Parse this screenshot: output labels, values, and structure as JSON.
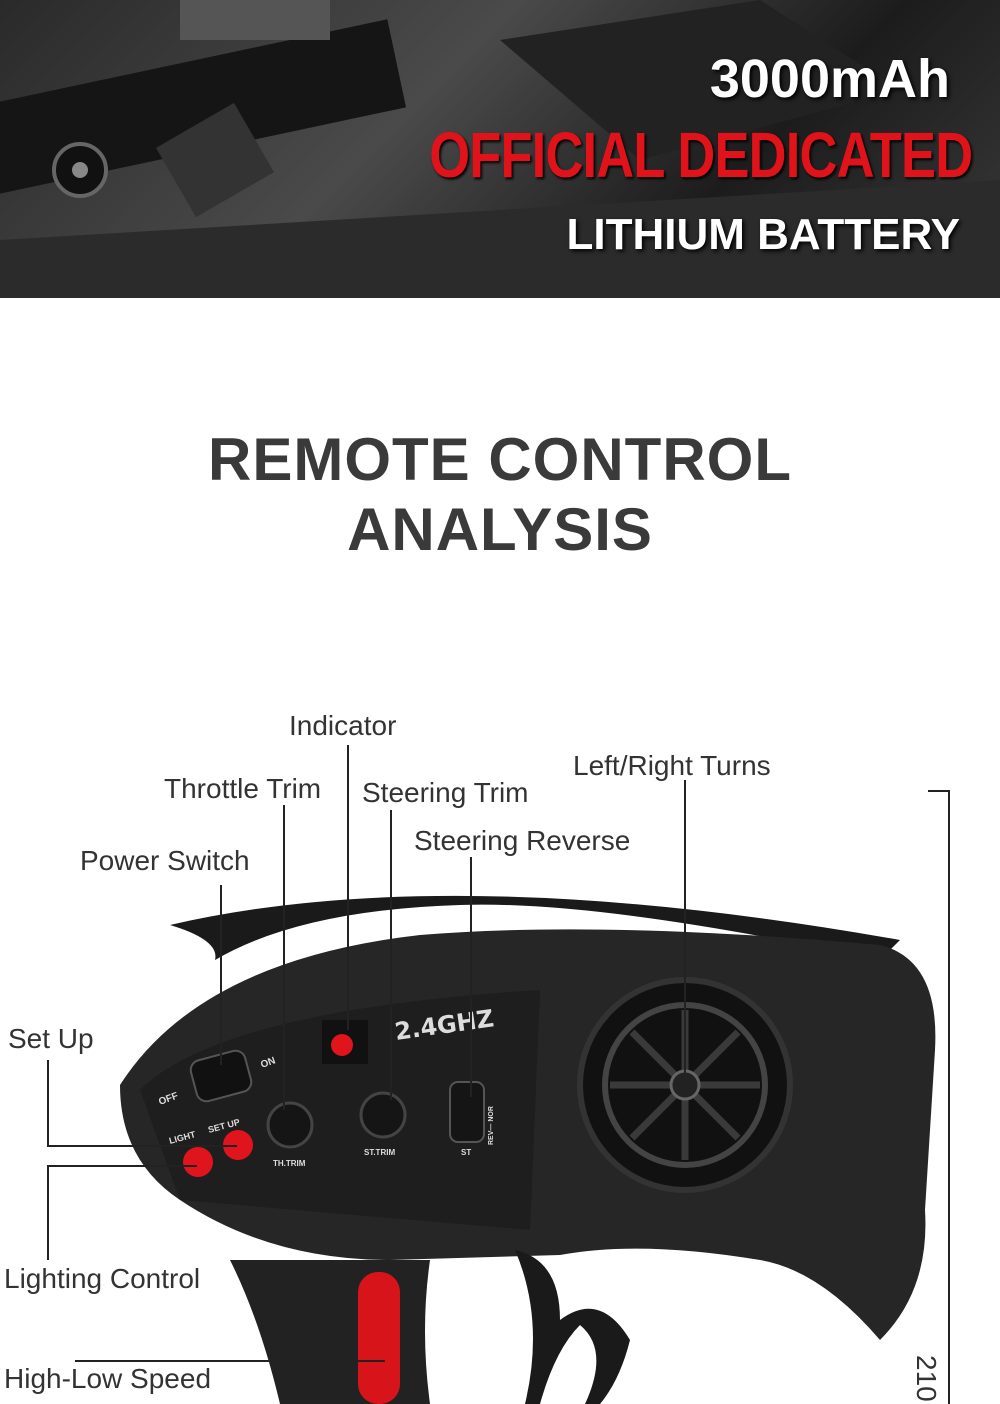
{
  "banner": {
    "capacity": "3000mAh",
    "headline": "OFFICIAL DEDICATED",
    "subline": "LITHIUM BATTERY"
  },
  "section": {
    "title_line1": "REMOTE CONTROL",
    "title_line2": "ANALYSIS"
  },
  "callouts": {
    "indicator": "Indicator",
    "throttle_trim": "Throttle Trim",
    "steering_trim": "Steering Trim",
    "left_right_turns": "Left/Right Turns",
    "steering_reverse": "Steering Reverse",
    "power_switch": "Power Switch",
    "set_up": "Set Up",
    "lighting_control": "Lighting Control",
    "high_low_speed": "High-Low Speed"
  },
  "remote": {
    "frequency": "2.4GHZ",
    "off": "OFF",
    "on": "ON",
    "light": "LIGHT",
    "setup": "SET UP",
    "th_trim": "TH.TRIM",
    "st_trim": "ST.TRIM",
    "st": "ST",
    "rev_nor": "REV— NOR"
  },
  "dimension": "210"
}
